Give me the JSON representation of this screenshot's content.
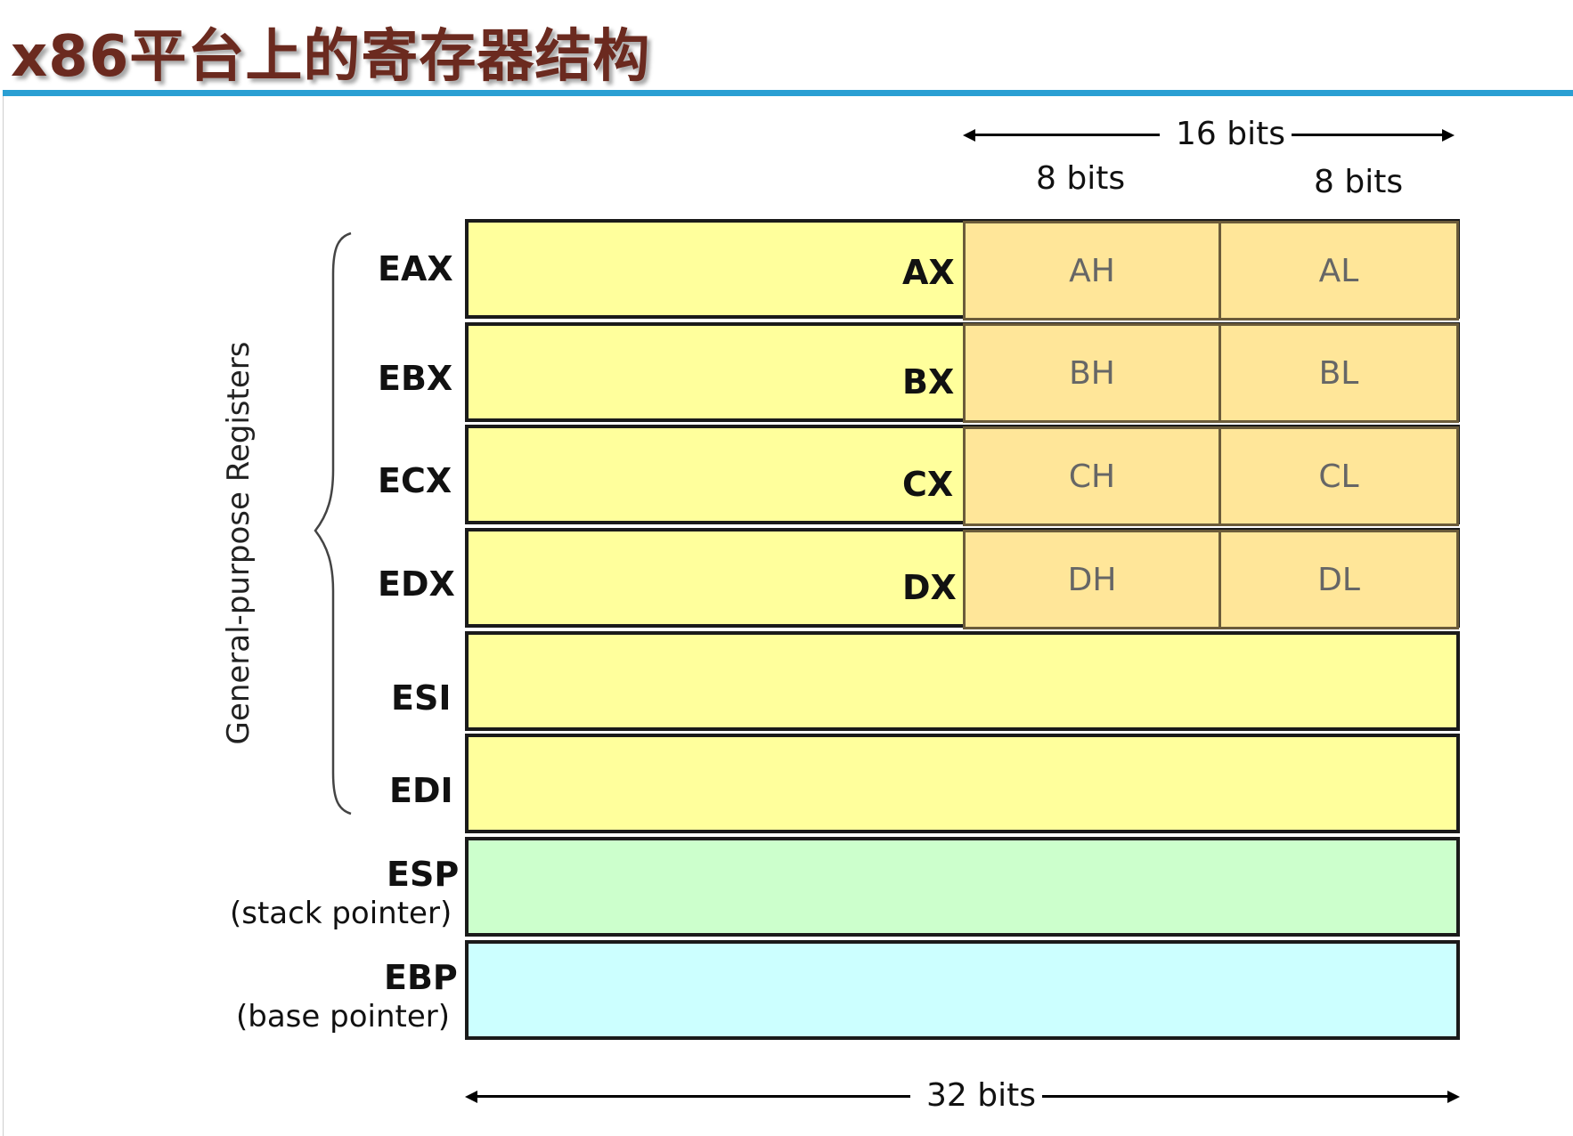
{
  "title": "x86平台上的寄存器结构",
  "top_labels": {
    "sixteen": "16 bits",
    "eight_left": "8 bits",
    "eight_right": "8 bits"
  },
  "bottom_label": "32 bits",
  "group_label": "General-purpose Registers",
  "registers": [
    {
      "name": "EAX",
      "x16": "AX",
      "high": "AH",
      "low": "AL"
    },
    {
      "name": "EBX",
      "x16": "BX",
      "high": "BH",
      "low": "BL"
    },
    {
      "name": "ECX",
      "x16": "CX",
      "high": "CH",
      "low": "CL"
    },
    {
      "name": "EDX",
      "x16": "DX",
      "high": "DH",
      "low": "DL"
    },
    {
      "name": "ESI"
    },
    {
      "name": "EDI"
    },
    {
      "name": "ESP",
      "desc": "(stack pointer)"
    },
    {
      "name": "EBP",
      "desc": "(base pointer)"
    }
  ],
  "colors": {
    "general": "#ffff9c",
    "byte": "#ffe699",
    "stack": "#ccffcc",
    "base": "#ccffff",
    "title": "#6b2a1f",
    "rule": "#2a9fd3"
  }
}
